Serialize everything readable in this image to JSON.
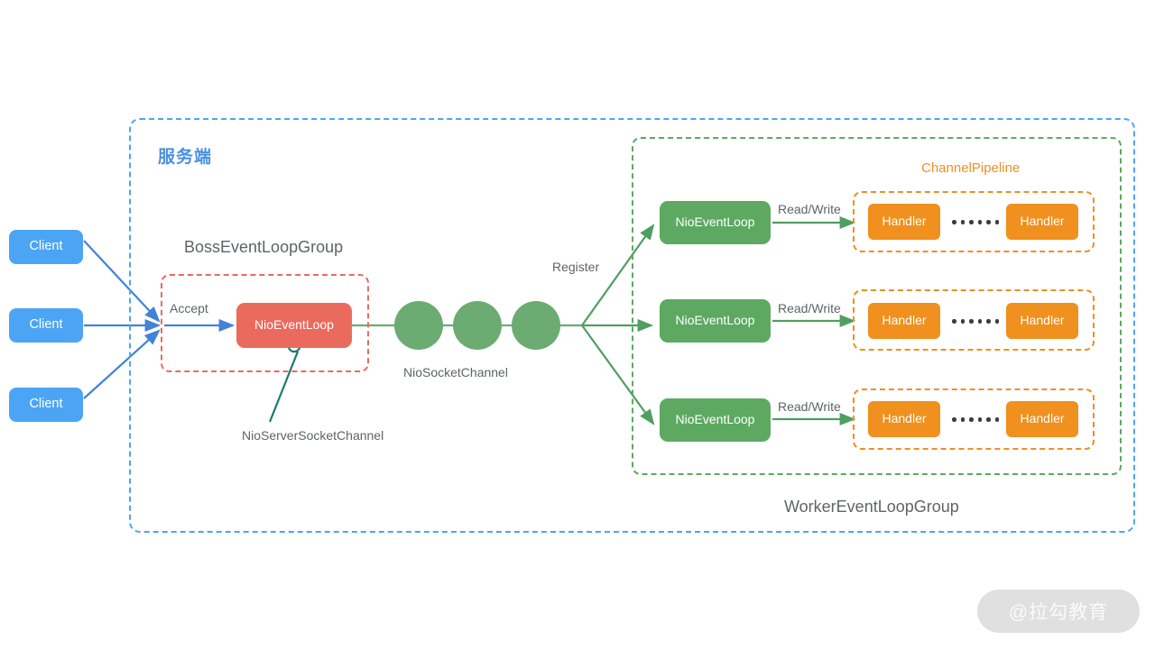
{
  "diagram": {
    "title_cn": "服务端",
    "watermark": "@拉勾教育",
    "clients": [
      {
        "label": "Client"
      },
      {
        "label": "Client"
      },
      {
        "label": "Client"
      }
    ],
    "boss": {
      "group_label": "BossEventLoopGroup",
      "accept_label": "Accept",
      "event_loop_label": "NioEventLoop",
      "server_channel_label": "NioServerSocketChannel",
      "box_color": "#ea6b5e"
    },
    "channels": {
      "label": "NioSocketChannel",
      "icon": "chain-link-icon",
      "count": 3,
      "color": "#6cab71"
    },
    "register_label": "Register",
    "worker": {
      "group_label": "WorkerEventLoopGroup",
      "pipeline_label": "ChannelPipeline",
      "box_color": "#5da962",
      "rows": [
        {
          "event_loop_label": "NioEventLoop",
          "edge_label": "Read/Write",
          "handlers": [
            "Handler",
            "Handler"
          ],
          "ellipsis_dots": 6
        },
        {
          "event_loop_label": "NioEventLoop",
          "edge_label": "Read/Write",
          "handlers": [
            "Handler",
            "Handler"
          ],
          "ellipsis_dots": 6
        },
        {
          "event_loop_label": "NioEventLoop",
          "edge_label": "Read/Write",
          "handlers": [
            "Handler",
            "Handler"
          ],
          "ellipsis_dots": 6
        }
      ]
    },
    "colors": {
      "client_blue": "#4ca4f5",
      "server_dash_blue": "#4ca4f5",
      "boss_red": "#ea6b5e",
      "worker_green": "#5da962",
      "handler_orange": "#ef901f",
      "leader_teal": "#1b7a6b",
      "text_gray": "#5f6368"
    }
  }
}
